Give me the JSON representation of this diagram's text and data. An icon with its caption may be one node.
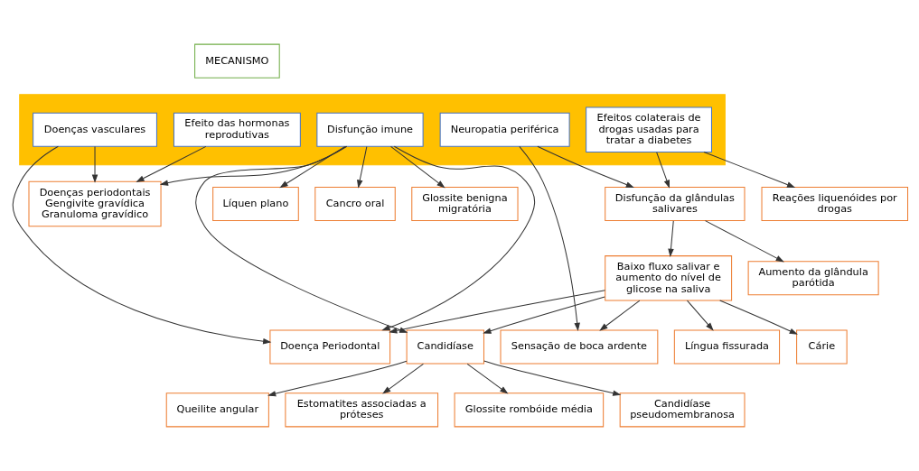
{
  "diagram": {
    "nodes": [
      {
        "text": [
          "MECANISMO"
        ]
      },
      {
        "text": [],
        "shape": "bar"
      },
      {
        "text": [
          "Efeito das hormonas reprodutivas"
        ],
        "in": 1
      },
      {
        "text": [
          "Doenças vasculares"
        ],
        "in": 1
      },
      {
        "text": [
          "Disfunção imune"
        ],
        "in": 1
      },
      {
        "text": [
          "Efeitos colaterais de drogas usadas para tratar a diabetes"
        ],
        "in": 1
      },
      {
        "text": [
          "Neuropatia periférica"
        ],
        "in": 1
      },
      {
        "text": [
          "Doença Periodontal"
        ]
      },
      {
        "text": [
          "Doenças periodontais",
          "Gengivite gravídica",
          "Granuloma gravídico"
        ]
      },
      {
        "text": [
          "Reações liquenóides por drogas"
        ]
      },
      {
        "text": [
          "Disfunção da glândulas salivares"
        ]
      },
      {
        "text": [
          "Aumento da glândula parótida"
        ]
      },
      {
        "text": [
          "Líquen plano"
        ]
      },
      {
        "text": [
          "Cancro oral"
        ]
      },
      {
        "text": [
          "Baixo fluxo salivar e aumento do nível de glicose na saliva"
        ]
      },
      {
        "text": [
          "Sensação de boca ardente"
        ]
      },
      {
        "text": [
          "Glossite benigna migratória"
        ]
      },
      {
        "text": [
          "Cárie"
        ]
      },
      {
        "text": [
          "Língua fissurada"
        ]
      },
      {
        "text": [
          "Candidíase"
        ]
      },
      {
        "text": [
          "Queilite angular"
        ]
      },
      {
        "text": [
          "Estomatites associadas a próteses"
        ]
      },
      {
        "text": [
          "Glossite rombóide média"
        ]
      },
      {
        "text": [
          "Candidíase pseudomembranosa"
        ]
      }
    ],
    "edges": [
      {
        "from": 2,
        "to": 8,
        "arrow": "to"
      },
      {
        "from": 3,
        "to": 8,
        "arrow": "to"
      },
      {
        "from": 3,
        "to": 7,
        "arrow": "to"
      },
      {
        "from": 4,
        "to": 7,
        "arrow": "to"
      },
      {
        "from": 4,
        "to": 8,
        "arrow": "to"
      },
      {
        "from": 4,
        "to": 12,
        "arrow": "to"
      },
      {
        "from": 4,
        "to": 13,
        "arrow": "to"
      },
      {
        "from": 4,
        "to": 16,
        "arrow": "to"
      },
      {
        "from": 4,
        "to": 19,
        "arrow": "to"
      },
      {
        "from": 14,
        "to": 7,
        "arrow": "to"
      },
      {
        "from": 5,
        "to": 9,
        "arrow": "to"
      },
      {
        "from": 5,
        "to": 10,
        "arrow": "to"
      },
      {
        "from": 6,
        "to": 10,
        "arrow": "to"
      },
      {
        "from": 6,
        "to": 15,
        "arrow": "to"
      },
      {
        "from": 10,
        "to": 11,
        "arrow": "to"
      },
      {
        "from": 10,
        "to": 14,
        "arrow": "to"
      },
      {
        "from": 14,
        "to": 19,
        "arrow": "to"
      },
      {
        "from": 14,
        "to": 17,
        "arrow": "to"
      },
      {
        "from": 14,
        "to": 15,
        "arrow": "to"
      },
      {
        "from": 14,
        "to": 18,
        "arrow": "to"
      },
      {
        "from": 19,
        "to": 20,
        "arrow": "to"
      },
      {
        "from": 19,
        "to": 21,
        "arrow": "to"
      },
      {
        "from": 19,
        "to": 22,
        "arrow": "to"
      },
      {
        "from": 19,
        "to": 23,
        "arrow": "to"
      }
    ]
  }
}
